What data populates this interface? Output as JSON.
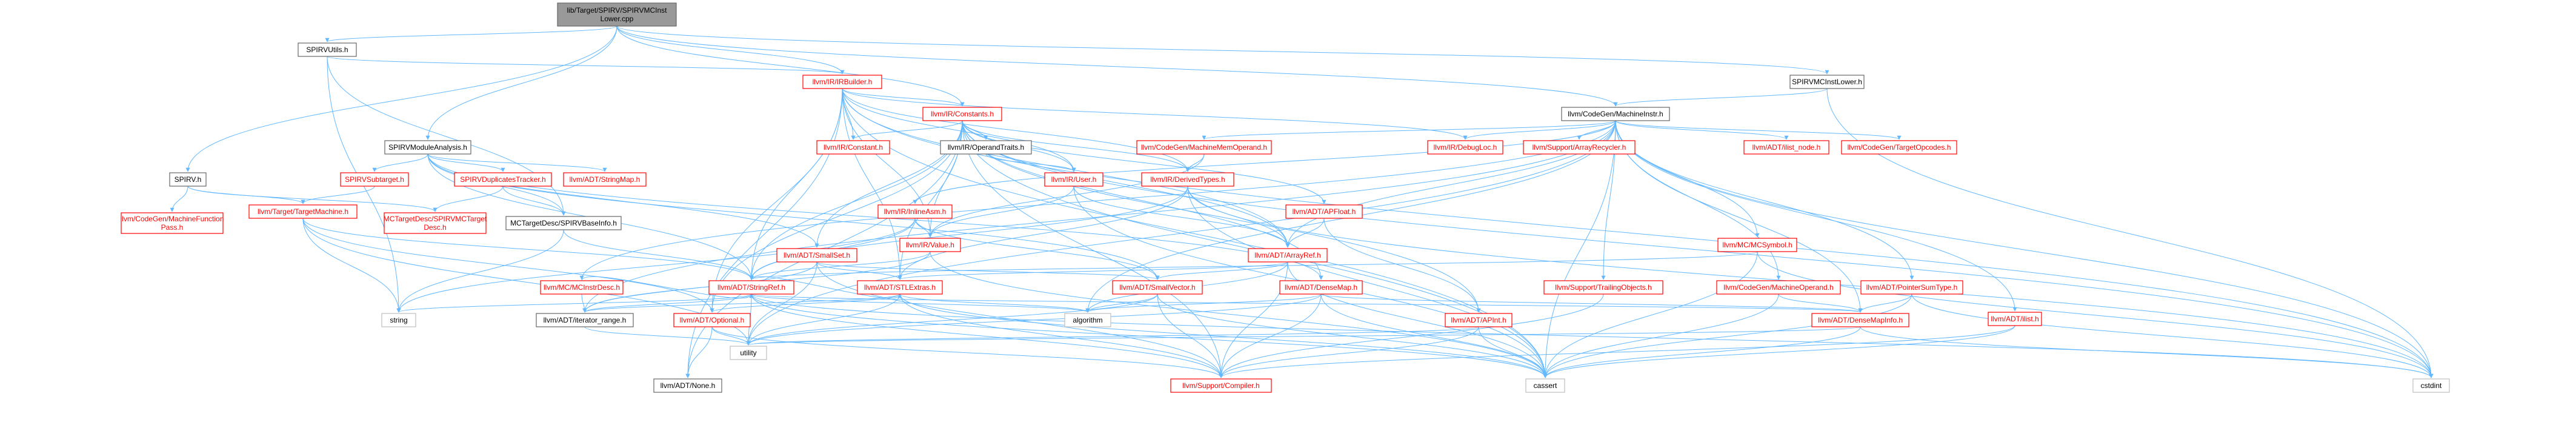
{
  "colors": {
    "root_fill": "#999999",
    "root_border": "#666666",
    "node_fill": "#ffffff",
    "plain_border": "#666666",
    "red_border": "#ff0000",
    "grey_border": "#bfbfbf",
    "plain_text": "#000000",
    "red_text": "#ff0000",
    "edge": "#63b8ff"
  },
  "nodes": [
    {
      "id": "root",
      "label": "lib/Target/SPIRV/SPIRVMCInst\nLower.cpp",
      "style": "root"
    },
    {
      "id": "spirvutils",
      "label": "SPIRVUtils.h",
      "style": "plain"
    },
    {
      "id": "spirvmcinstlower",
      "label": "SPIRVMCInstLower.h",
      "style": "plain"
    },
    {
      "id": "irbuilder",
      "label": "llvm/IR/IRBuilder.h",
      "style": "red"
    },
    {
      "id": "constants",
      "label": "llvm/IR/Constants.h",
      "style": "red"
    },
    {
      "id": "machineinstr",
      "label": "llvm/CodeGen/MachineInstr.h",
      "style": "plain"
    },
    {
      "id": "spirvmoduleanalysis",
      "label": "SPIRVModuleAnalysis.h",
      "style": "plain"
    },
    {
      "id": "spirv",
      "label": "SPIRV.h",
      "style": "plain"
    },
    {
      "id": "constant",
      "label": "llvm/IR/Constant.h",
      "style": "red"
    },
    {
      "id": "operandtraits",
      "label": "llvm/IR/OperandTraits.h",
      "style": "plain"
    },
    {
      "id": "machinememoperand",
      "label": "llvm/CodeGen/MachineMemOperand.h",
      "style": "red"
    },
    {
      "id": "debugloc",
      "label": "llvm/IR/DebugLoc.h",
      "style": "red"
    },
    {
      "id": "arrayrecycler",
      "label": "llvm/Support/ArrayRecycler.h",
      "style": "red"
    },
    {
      "id": "ilistnode",
      "label": "llvm/ADT/ilist_node.h",
      "style": "red"
    },
    {
      "id": "targetopcodes",
      "label": "llvm/CodeGen/TargetOpcodes.h",
      "style": "red"
    },
    {
      "id": "spirvsubtarget",
      "label": "SPIRVSubtarget.h",
      "style": "red"
    },
    {
      "id": "spirvduplicatestracker",
      "label": "SPIRVDuplicatesTracker.h",
      "style": "red"
    },
    {
      "id": "stringmap",
      "label": "llvm/ADT/StringMap.h",
      "style": "red"
    },
    {
      "id": "user",
      "label": "llvm/IR/User.h",
      "style": "red"
    },
    {
      "id": "derivedtypes",
      "label": "llvm/IR/DerivedTypes.h",
      "style": "red"
    },
    {
      "id": "apfloat",
      "label": "llvm/ADT/APFloat.h",
      "style": "red"
    },
    {
      "id": "inlineasm",
      "label": "llvm/IR/InlineAsm.h",
      "style": "red"
    },
    {
      "id": "codegenmfpass",
      "label": "llvm/CodeGen/MachineFunction\nPass.h",
      "style": "red"
    },
    {
      "id": "targetmachine",
      "label": "llvm/Target/TargetMachine.h",
      "style": "red"
    },
    {
      "id": "mctargetdesc",
      "label": "MCTargetDesc/SPIRVMCTarget\nDesc.h",
      "style": "red"
    },
    {
      "id": "spirvbaseinfo",
      "label": "MCTargetDesc/SPIRVBaseInfo.h",
      "style": "plain"
    },
    {
      "id": "value",
      "label": "llvm/IR/Value.h",
      "style": "red"
    },
    {
      "id": "smallset",
      "label": "llvm/ADT/SmallSet.h",
      "style": "red"
    },
    {
      "id": "arrayref",
      "label": "llvm/ADT/ArrayRef.h",
      "style": "red"
    },
    {
      "id": "mcsymbol",
      "label": "llvm/MC/MCSymbol.h",
      "style": "red"
    },
    {
      "id": "mcinstrdesc",
      "label": "llvm/MC/MCInstrDesc.h",
      "style": "red"
    },
    {
      "id": "stringref",
      "label": "llvm/ADT/StringRef.h",
      "style": "red"
    },
    {
      "id": "stlextras",
      "label": "llvm/ADT/STLExtras.h",
      "style": "red"
    },
    {
      "id": "smallvector",
      "label": "llvm/ADT/SmallVector.h",
      "style": "red"
    },
    {
      "id": "densemap",
      "label": "llvm/ADT/DenseMap.h",
      "style": "red"
    },
    {
      "id": "trailingobjects",
      "label": "llvm/Support/TrailingObjects.h",
      "style": "red"
    },
    {
      "id": "machineoperand",
      "label": "llvm/CodeGen/MachineOperand.h",
      "style": "red"
    },
    {
      "id": "pointersumtype",
      "label": "llvm/ADT/PointerSumType.h",
      "style": "red"
    },
    {
      "id": "ilist",
      "label": "llvm/ADT/ilist.h",
      "style": "red"
    },
    {
      "id": "string",
      "label": "string",
      "style": "grey"
    },
    {
      "id": "iteratorrange",
      "label": "llvm/ADT/iterator_range.h",
      "style": "plain"
    },
    {
      "id": "optional",
      "label": "llvm/ADT/Optional.h",
      "style": "red"
    },
    {
      "id": "algorithm",
      "label": "algorithm",
      "style": "grey"
    },
    {
      "id": "apint",
      "label": "llvm/ADT/APInt.h",
      "style": "red"
    },
    {
      "id": "densemapinfo",
      "label": "llvm/ADT/DenseMapInfo.h",
      "style": "red"
    },
    {
      "id": "utility",
      "label": "utility",
      "style": "grey"
    },
    {
      "id": "none",
      "label": "llvm/ADT/None.h",
      "style": "plain"
    },
    {
      "id": "compiler",
      "label": "llvm/Support/Compiler.h",
      "style": "red"
    },
    {
      "id": "cassert",
      "label": "cassert",
      "style": "grey"
    },
    {
      "id": "cstdint",
      "label": "cstdint",
      "style": "grey"
    }
  ],
  "edges": [
    [
      "root",
      "spirvutils"
    ],
    [
      "root",
      "spirvmcinstlower"
    ],
    [
      "root",
      "irbuilder"
    ],
    [
      "root",
      "constants"
    ],
    [
      "root",
      "machineinstr"
    ],
    [
      "root",
      "spirvmoduleanalysis"
    ],
    [
      "root",
      "spirv"
    ],
    [
      "spirvutils",
      "irbuilder"
    ],
    [
      "spirvutils",
      "spirvbaseinfo"
    ],
    [
      "spirvutils",
      "string"
    ],
    [
      "spirvmcinstlower",
      "cstdint"
    ],
    [
      "spirvmcinstlower",
      "machineinstr"
    ],
    [
      "irbuilder",
      "constants"
    ],
    [
      "irbuilder",
      "constant"
    ],
    [
      "irbuilder",
      "debugloc"
    ],
    [
      "irbuilder",
      "derivedtypes"
    ],
    [
      "irbuilder",
      "value"
    ],
    [
      "irbuilder",
      "stringref"
    ],
    [
      "irbuilder",
      "arrayref"
    ],
    [
      "irbuilder",
      "none"
    ],
    [
      "irbuilder",
      "stlextras"
    ],
    [
      "irbuilder",
      "cstdint"
    ],
    [
      "irbuilder",
      "cassert"
    ],
    [
      "irbuilder",
      "optional"
    ],
    [
      "irbuilder",
      "user"
    ],
    [
      "constants",
      "constant"
    ],
    [
      "constants",
      "operandtraits"
    ],
    [
      "constants",
      "user"
    ],
    [
      "constants",
      "value"
    ],
    [
      "constants",
      "derivedtypes"
    ],
    [
      "constants",
      "apfloat"
    ],
    [
      "constants",
      "apint"
    ],
    [
      "constants",
      "arrayref"
    ],
    [
      "constants",
      "stringref"
    ],
    [
      "constants",
      "stlextras"
    ],
    [
      "constants",
      "optional"
    ],
    [
      "constants",
      "none"
    ],
    [
      "constants",
      "cassert"
    ],
    [
      "constants",
      "cstdint"
    ],
    [
      "constants",
      "compiler"
    ],
    [
      "constants",
      "densemap"
    ],
    [
      "constants",
      "smallset"
    ],
    [
      "machineinstr",
      "debugloc"
    ],
    [
      "machineinstr",
      "arrayrecycler"
    ],
    [
      "machineinstr",
      "ilistnode"
    ],
    [
      "machineinstr",
      "targetopcodes"
    ],
    [
      "machineinstr",
      "machinememoperand"
    ],
    [
      "machineinstr",
      "inlineasm"
    ],
    [
      "machineinstr",
      "mcsymbol"
    ],
    [
      "machineinstr",
      "trailingobjects"
    ],
    [
      "machineinstr",
      "machineoperand"
    ],
    [
      "machineinstr",
      "pointersumtype"
    ],
    [
      "machineinstr",
      "ilist"
    ],
    [
      "machineinstr",
      "arrayref"
    ],
    [
      "machineinstr",
      "densemapinfo"
    ],
    [
      "machineinstr",
      "iteratorrange"
    ],
    [
      "machineinstr",
      "algorithm"
    ],
    [
      "machineinstr",
      "cassert"
    ],
    [
      "machineinstr",
      "cstdint"
    ],
    [
      "machineinstr",
      "utility"
    ],
    [
      "machineinstr",
      "mcinstrdesc"
    ],
    [
      "spirvmoduleanalysis",
      "spirvsubtarget"
    ],
    [
      "spirvmoduleanalysis",
      "spirvduplicatestracker"
    ],
    [
      "spirvmoduleanalysis",
      "stringmap"
    ],
    [
      "spirvmoduleanalysis",
      "spirvbaseinfo"
    ],
    [
      "spirvmoduleanalysis",
      "densemap"
    ],
    [
      "spirvmoduleanalysis",
      "smallset"
    ],
    [
      "spirvmoduleanalysis",
      "smallvector"
    ],
    [
      "spirvmoduleanalysis",
      "stringref"
    ],
    [
      "spirv",
      "codegenmfpass"
    ],
    [
      "spirv",
      "targetmachine"
    ],
    [
      "spirv",
      "mctargetdesc"
    ],
    [
      "spirvsubtarget",
      "targetmachine"
    ],
    [
      "spirvduplicatestracker",
      "mctargetdesc"
    ],
    [
      "spirvduplicatestracker",
      "spirvbaseinfo"
    ],
    [
      "spirvbaseinfo",
      "stringref"
    ],
    [
      "spirvbaseinfo",
      "string"
    ],
    [
      "targetmachine",
      "stringref"
    ],
    [
      "targetmachine",
      "string"
    ],
    [
      "targetmachine",
      "utility"
    ],
    [
      "targetmachine",
      "optional"
    ],
    [
      "operandtraits",
      "user"
    ],
    [
      "user",
      "value"
    ],
    [
      "user",
      "arrayref"
    ],
    [
      "user",
      "cassert"
    ],
    [
      "derivedtypes",
      "arrayref"
    ],
    [
      "derivedtypes",
      "stlextras"
    ],
    [
      "derivedtypes",
      "stringref"
    ],
    [
      "derivedtypes",
      "cassert"
    ],
    [
      "derivedtypes",
      "cstdint"
    ],
    [
      "apfloat",
      "apint"
    ],
    [
      "apfloat",
      "arrayref"
    ],
    [
      "inlineasm",
      "value"
    ],
    [
      "inlineasm",
      "stringref"
    ],
    [
      "inlineasm",
      "smallvector"
    ],
    [
      "inlineasm",
      "string"
    ],
    [
      "machinememoperand",
      "derivedtypes"
    ],
    [
      "machinememoperand",
      "value"
    ],
    [
      "value",
      "stringref"
    ],
    [
      "value",
      "iteratorrange"
    ],
    [
      "value",
      "cassert"
    ],
    [
      "smallset",
      "stlextras"
    ],
    [
      "smallset",
      "smallvector"
    ],
    [
      "smallset",
      "iteratorrange"
    ],
    [
      "smallset",
      "compiler"
    ],
    [
      "smallset",
      "utility"
    ],
    [
      "arrayref",
      "smallvector"
    ],
    [
      "arrayref",
      "stlextras"
    ],
    [
      "arrayref",
      "compiler"
    ],
    [
      "arrayref",
      "algorithm"
    ],
    [
      "arrayref",
      "cassert"
    ],
    [
      "mcsymbol",
      "stringref"
    ],
    [
      "mcsymbol",
      "cassert"
    ],
    [
      "mcsymbol",
      "cstdint"
    ],
    [
      "mcinstrdesc",
      "stringref"
    ],
    [
      "mcinstrdesc",
      "iteratorrange"
    ],
    [
      "stringref",
      "stlextras"
    ],
    [
      "stringref",
      "iteratorrange"
    ],
    [
      "stringref",
      "compiler"
    ],
    [
      "stringref",
      "algorithm"
    ],
    [
      "stringref",
      "cassert"
    ],
    [
      "stringref",
      "string"
    ],
    [
      "stringref",
      "utility"
    ],
    [
      "stringref",
      "densemapinfo"
    ],
    [
      "stringref",
      "cstdint"
    ],
    [
      "stlextras",
      "iteratorrange"
    ],
    [
      "stlextras",
      "optional"
    ],
    [
      "stlextras",
      "compiler"
    ],
    [
      "stlextras",
      "algorithm"
    ],
    [
      "stlextras",
      "cassert"
    ],
    [
      "stlextras",
      "utility"
    ],
    [
      "smallvector",
      "compiler"
    ],
    [
      "smallvector",
      "utility"
    ],
    [
      "smallvector",
      "cassert"
    ],
    [
      "smallvector",
      "algorithm"
    ],
    [
      "densemap",
      "densemapinfo"
    ],
    [
      "densemap",
      "algorithm"
    ],
    [
      "densemap",
      "compiler"
    ],
    [
      "densemap",
      "cassert"
    ],
    [
      "densemap",
      "utility"
    ],
    [
      "trailingobjects",
      "compiler"
    ],
    [
      "machineoperand",
      "densemapinfo"
    ],
    [
      "machineoperand",
      "cassert"
    ],
    [
      "pointersumtype",
      "densemapinfo"
    ],
    [
      "pointersumtype",
      "cassert"
    ],
    [
      "pointersumtype",
      "cstdint"
    ],
    [
      "ilist",
      "cassert"
    ],
    [
      "ilist",
      "compiler"
    ],
    [
      "optional",
      "none"
    ],
    [
      "optional",
      "compiler"
    ],
    [
      "optional",
      "utility"
    ],
    [
      "iteratorrange",
      "utility"
    ],
    [
      "apint",
      "compiler"
    ],
    [
      "apint",
      "cassert"
    ],
    [
      "apint",
      "utility"
    ],
    [
      "densemapinfo",
      "cassert"
    ],
    [
      "densemapinfo",
      "cstdint"
    ],
    [
      "densemapinfo",
      "utility"
    ]
  ]
}
